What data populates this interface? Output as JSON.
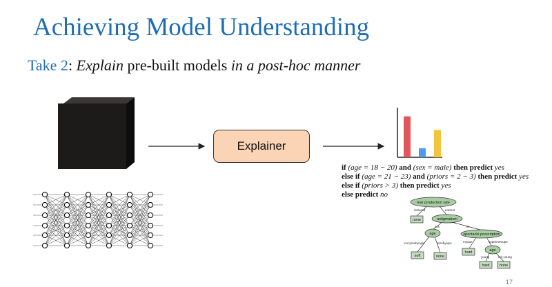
{
  "slide": {
    "title": "Achieving Model Understanding",
    "subtitle": {
      "take": "Take 2",
      "colon": ": ",
      "explain": "Explain",
      "middle": " pre-built models ",
      "manner": "in a post-hoc manner"
    },
    "page_number": "17"
  },
  "explainer": {
    "label": "Explainer"
  },
  "bar_chart": {
    "values": [
      0.9,
      0.2,
      0.6
    ],
    "colors": [
      "#e2565d",
      "#4f9de9",
      "#f2c53d"
    ]
  },
  "rules": {
    "if_kw": "if",
    "then_kw": "then",
    "predict_kw": "predict",
    "else_kw": "else",
    "and_kw": "and",
    "line1": {
      "cond1": "(age = 18 − 20)",
      "cond2": "(sex = male)",
      "result": "yes"
    },
    "line2": {
      "cond1": "(age = 21 − 23)",
      "cond2": "(priors = 2 − 3)",
      "result": "yes"
    },
    "line3": {
      "cond1": "(priors > 3)",
      "result": "yes"
    },
    "line4": {
      "result": "no"
    }
  },
  "decision_tree": {
    "nodes": {
      "root": "tear production rate",
      "astig": "astigmatism",
      "age1": "age",
      "spec": "spectacle prescription",
      "age2": "age"
    },
    "edges": {
      "reduced": "reduced",
      "normal": "normal",
      "yes": "yes",
      "no": "no",
      "not_presbyopic": "not presbyopic",
      "presbyopic": "presbyopic",
      "myope": "myope",
      "hypermetrope": "hypermetrope",
      "young": "young",
      "not_young": "not young"
    },
    "leaves": {
      "none1": "none",
      "soft": "soft",
      "none2": "none",
      "hard1": "hard",
      "hard2": "hard",
      "none3": "none"
    }
  },
  "colors": {
    "title_blue": "#1f6db5",
    "explainer_fill": "#fbd3b5",
    "tree_node_fill": "#a8cda3",
    "tree_leaf_fill": "#c5dcc1"
  }
}
